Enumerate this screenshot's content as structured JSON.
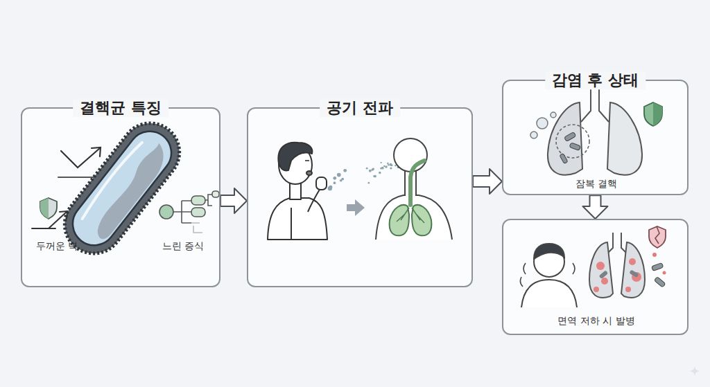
{
  "diagram": {
    "nodes": [
      {
        "text": [
          "결핵균 특징",
          "두꺼운 벽",
          "느린 증식"
        ]
      },
      {
        "text": [
          "공기 전파"
        ]
      },
      {
        "text": [
          "감염 후 상태",
          "잠복 결핵"
        ]
      },
      {
        "text": [
          "면역 저하 시 발병"
        ]
      }
    ],
    "edges": [
      {
        "from": 0,
        "to": 1,
        "arrow": "to"
      },
      {
        "from": 1,
        "to": 2,
        "arrow": "to"
      },
      {
        "from": 2,
        "to": 3,
        "arrow": "to"
      }
    ]
  }
}
